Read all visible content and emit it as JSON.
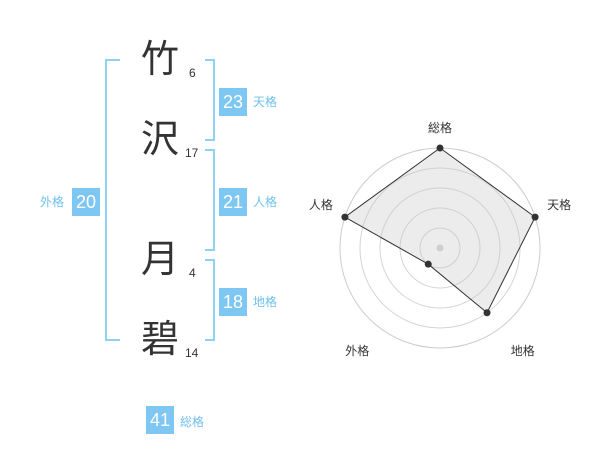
{
  "name": {
    "chars": [
      {
        "char": "竹",
        "strokes": "6"
      },
      {
        "char": "沢",
        "strokes": "17"
      },
      {
        "char": "月",
        "strokes": "4"
      },
      {
        "char": "碧",
        "strokes": "14"
      }
    ]
  },
  "fortunes": {
    "tenkaku": {
      "value": "23",
      "label": "天格"
    },
    "jinkaku": {
      "value": "21",
      "label": "人格"
    },
    "chikaku": {
      "value": "18",
      "label": "地格"
    },
    "gaikaku": {
      "value": "20",
      "label": "外格"
    },
    "soukaku": {
      "value": "41",
      "label": "総格"
    }
  },
  "colors": {
    "accent": "#7ec7f2",
    "bracket": "#8fd0f5",
    "text": "#333333"
  },
  "chart_data": {
    "type": "radar",
    "axes": [
      "総格",
      "天格",
      "地格",
      "外格",
      "人格"
    ],
    "levels": 5,
    "range": [
      0,
      5
    ],
    "values": [
      5,
      5,
      4,
      1,
      5
    ]
  }
}
